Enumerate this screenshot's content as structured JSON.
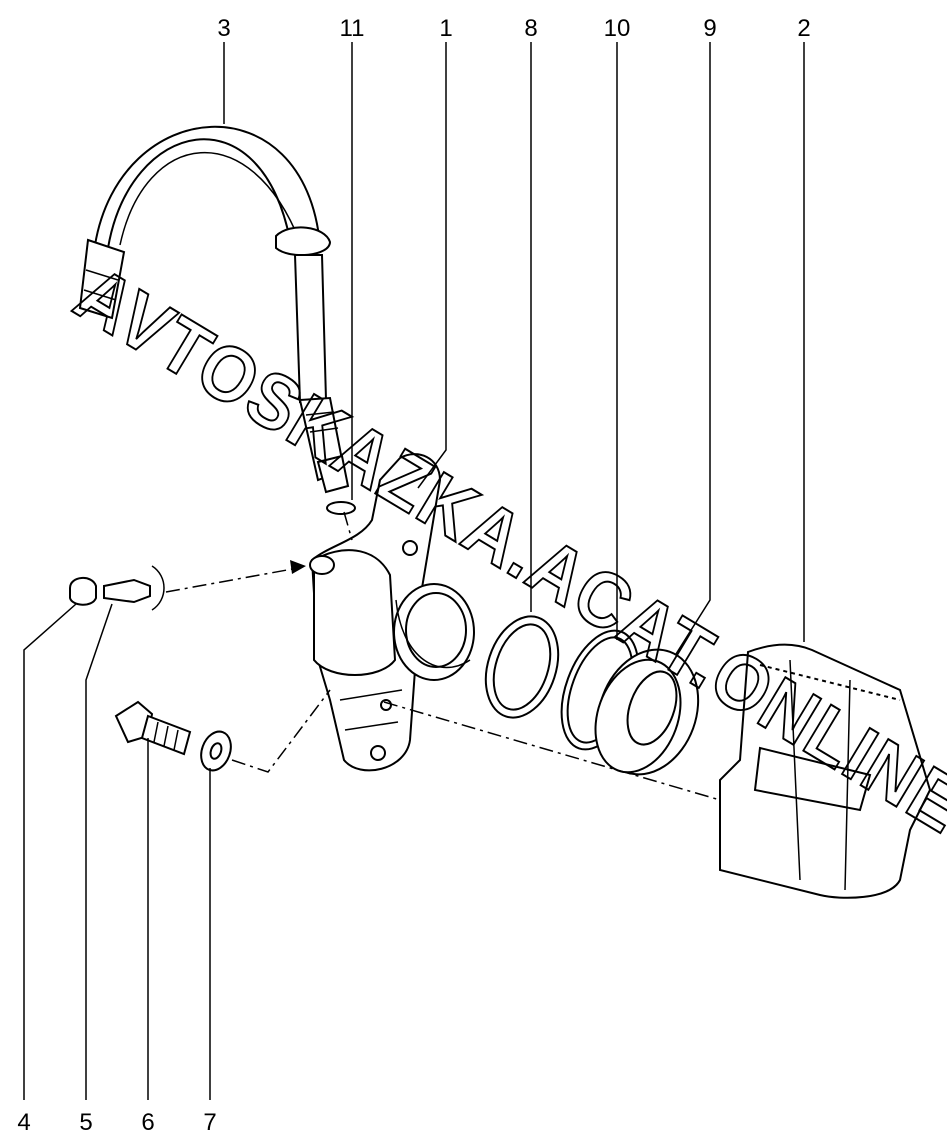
{
  "watermark": "AVTOSKAZKA.ACAT.ONLINE",
  "callouts": [
    {
      "id": "label-3",
      "text": "3"
    },
    {
      "id": "label-11",
      "text": "11"
    },
    {
      "id": "label-1",
      "text": "1"
    },
    {
      "id": "label-8",
      "text": "8"
    },
    {
      "id": "label-10",
      "text": "10"
    },
    {
      "id": "label-9",
      "text": "9"
    },
    {
      "id": "label-2",
      "text": "2"
    },
    {
      "id": "label-4",
      "text": "4"
    },
    {
      "id": "label-5",
      "text": "5"
    },
    {
      "id": "label-6",
      "text": "6"
    },
    {
      "id": "label-7",
      "text": "7"
    }
  ]
}
